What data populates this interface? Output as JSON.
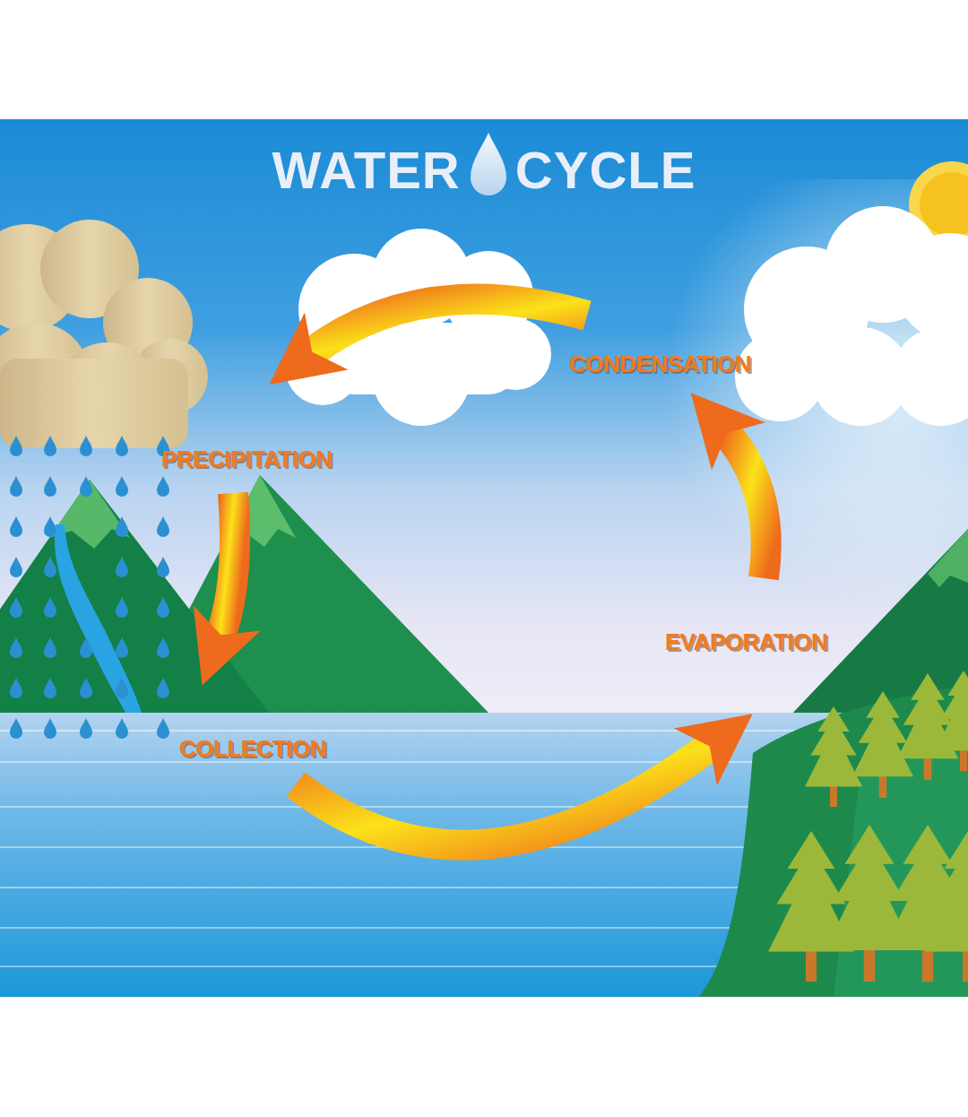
{
  "diagram": {
    "title": "WATER CYCLE",
    "labels": [
      "CONDENSATION",
      "PRECIPITATION",
      "EVAPORATION",
      "COLLECTION"
    ]
  }
}
